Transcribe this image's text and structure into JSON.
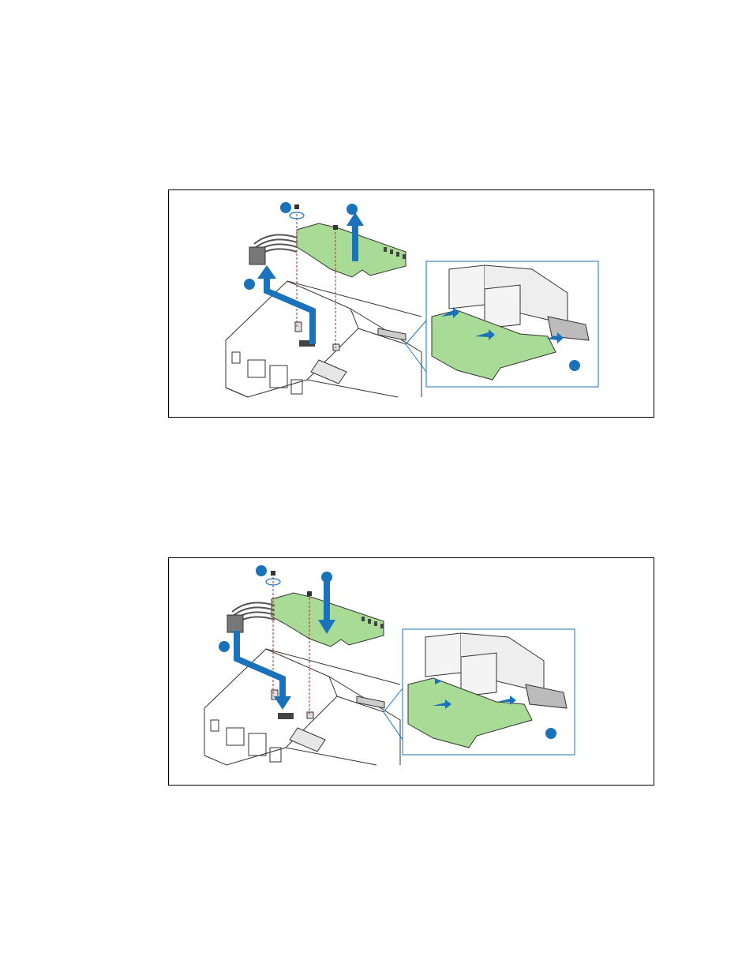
{
  "document": {
    "figures": [
      {
        "id": "remove-power-distribution-board",
        "callout_markers": 4,
        "arrow_color": "#1a72bb",
        "board_color": "#a8dc96"
      },
      {
        "id": "install-power-distribution-board",
        "callout_markers": 4,
        "arrow_color": "#1a72bb",
        "board_color": "#a8dc96"
      }
    ]
  }
}
